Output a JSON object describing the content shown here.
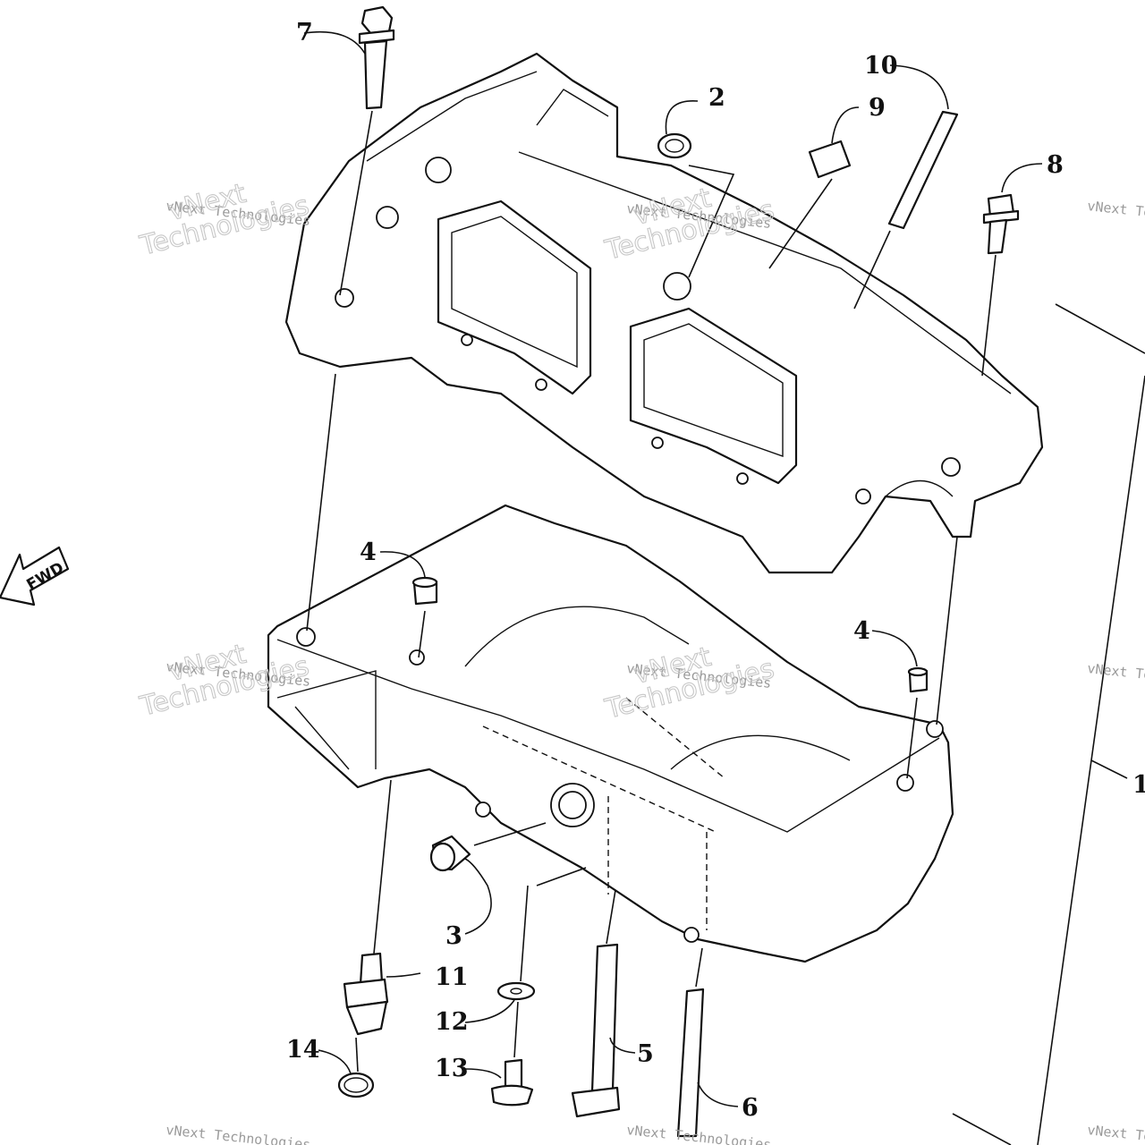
{
  "diagram": {
    "direction_label": "FWD",
    "watermark": {
      "line1": "vNext Technologies",
      "line2a": "vNext",
      "line2b": "Technologies"
    },
    "callouts": [
      {
        "id": "c1",
        "label": "1"
      },
      {
        "id": "c2",
        "label": "2"
      },
      {
        "id": "c3",
        "label": "3"
      },
      {
        "id": "c4a",
        "label": "4"
      },
      {
        "id": "c4b",
        "label": "4"
      },
      {
        "id": "c5",
        "label": "5"
      },
      {
        "id": "c6",
        "label": "6"
      },
      {
        "id": "c7",
        "label": "7"
      },
      {
        "id": "c8",
        "label": "8"
      },
      {
        "id": "c9",
        "label": "9"
      },
      {
        "id": "c10",
        "label": "10"
      },
      {
        "id": "c11",
        "label": "11"
      },
      {
        "id": "c12",
        "label": "12"
      },
      {
        "id": "c13",
        "label": "13"
      },
      {
        "id": "c14",
        "label": "14"
      }
    ]
  }
}
